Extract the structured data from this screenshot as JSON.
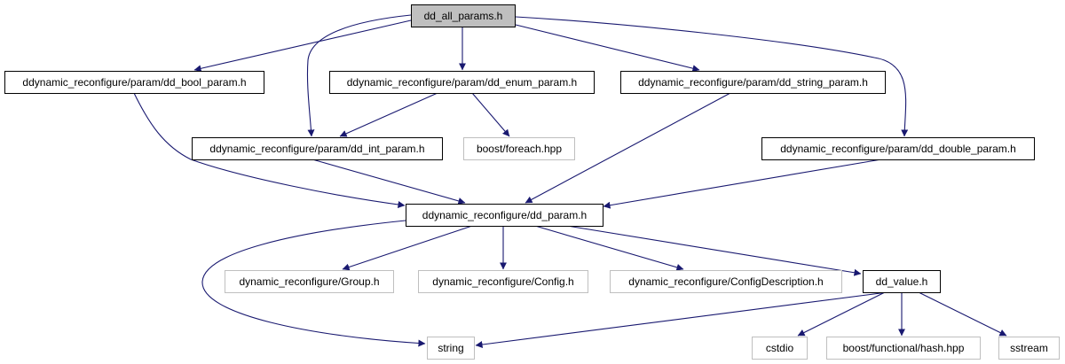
{
  "colors": {
    "edge": "#191970",
    "root_fill": "#bfbfbf",
    "node_border": "#000000",
    "external_border": "#bfbfbf",
    "external_text": "#404040"
  },
  "nodes": [
    {
      "id": "root",
      "label": "dd_all_params.h",
      "kind": "root"
    },
    {
      "id": "bool",
      "label": "ddynamic_reconfigure/param/dd_bool_param.h",
      "kind": "file"
    },
    {
      "id": "enum",
      "label": "ddynamic_reconfigure/param/dd_enum_param.h",
      "kind": "file"
    },
    {
      "id": "string_param",
      "label": "ddynamic_reconfigure/param/dd_string_param.h",
      "kind": "file"
    },
    {
      "id": "int",
      "label": "ddynamic_reconfigure/param/dd_int_param.h",
      "kind": "file"
    },
    {
      "id": "foreach",
      "label": "boost/foreach.hpp",
      "kind": "external"
    },
    {
      "id": "double",
      "label": "ddynamic_reconfigure/param/dd_double_param.h",
      "kind": "file"
    },
    {
      "id": "param",
      "label": "ddynamic_reconfigure/dd_param.h",
      "kind": "file"
    },
    {
      "id": "group",
      "label": "dynamic_reconfigure/Group.h",
      "kind": "external"
    },
    {
      "id": "config",
      "label": "dynamic_reconfigure/Config.h",
      "kind": "external"
    },
    {
      "id": "configdesc",
      "label": "dynamic_reconfigure/ConfigDescription.h",
      "kind": "external"
    },
    {
      "id": "value",
      "label": "dd_value.h",
      "kind": "file"
    },
    {
      "id": "string",
      "label": "string",
      "kind": "external"
    },
    {
      "id": "cstdio",
      "label": "cstdio",
      "kind": "external"
    },
    {
      "id": "hash",
      "label": "boost/functional/hash.hpp",
      "kind": "external"
    },
    {
      "id": "sstream",
      "label": "sstream",
      "kind": "external"
    }
  ],
  "edges": [
    [
      "root",
      "bool"
    ],
    [
      "root",
      "enum"
    ],
    [
      "root",
      "string_param"
    ],
    [
      "root",
      "int"
    ],
    [
      "root",
      "double"
    ],
    [
      "bool",
      "param"
    ],
    [
      "enum",
      "int"
    ],
    [
      "enum",
      "foreach"
    ],
    [
      "string_param",
      "param"
    ],
    [
      "int",
      "param"
    ],
    [
      "double",
      "param"
    ],
    [
      "param",
      "group"
    ],
    [
      "param",
      "config"
    ],
    [
      "param",
      "configdesc"
    ],
    [
      "param",
      "value"
    ],
    [
      "param",
      "string"
    ],
    [
      "value",
      "string"
    ],
    [
      "value",
      "cstdio"
    ],
    [
      "value",
      "hash"
    ],
    [
      "value",
      "sstream"
    ]
  ]
}
